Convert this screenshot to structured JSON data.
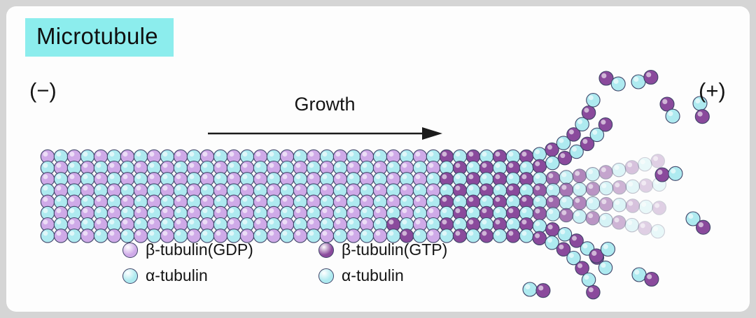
{
  "title": "Microtubule",
  "minus_label": "(−)",
  "plus_label": "(+)",
  "growth_label": "Growth",
  "legend": {
    "items": [
      {
        "id": "beta-gdp",
        "label": "β-tubulin(GDP)",
        "color": "#cfaae8"
      },
      {
        "id": "alpha-1",
        "label": "α-tubulin",
        "color": "#aeeaf0"
      },
      {
        "id": "beta-gtp",
        "label": "β-tubulin(GTP)",
        "color": "#8a4a9c"
      },
      {
        "id": "alpha-2",
        "label": "α-tubulin",
        "color": "#aeeaf0"
      }
    ]
  },
  "colors": {
    "alpha": "#aeeaf0",
    "beta_gdp": "#cfaae8",
    "beta_gtp": "#8a4a9c",
    "outline": "#3f4468",
    "title_bg": "#8ceded",
    "arrow": "#1b1b1b"
  }
}
